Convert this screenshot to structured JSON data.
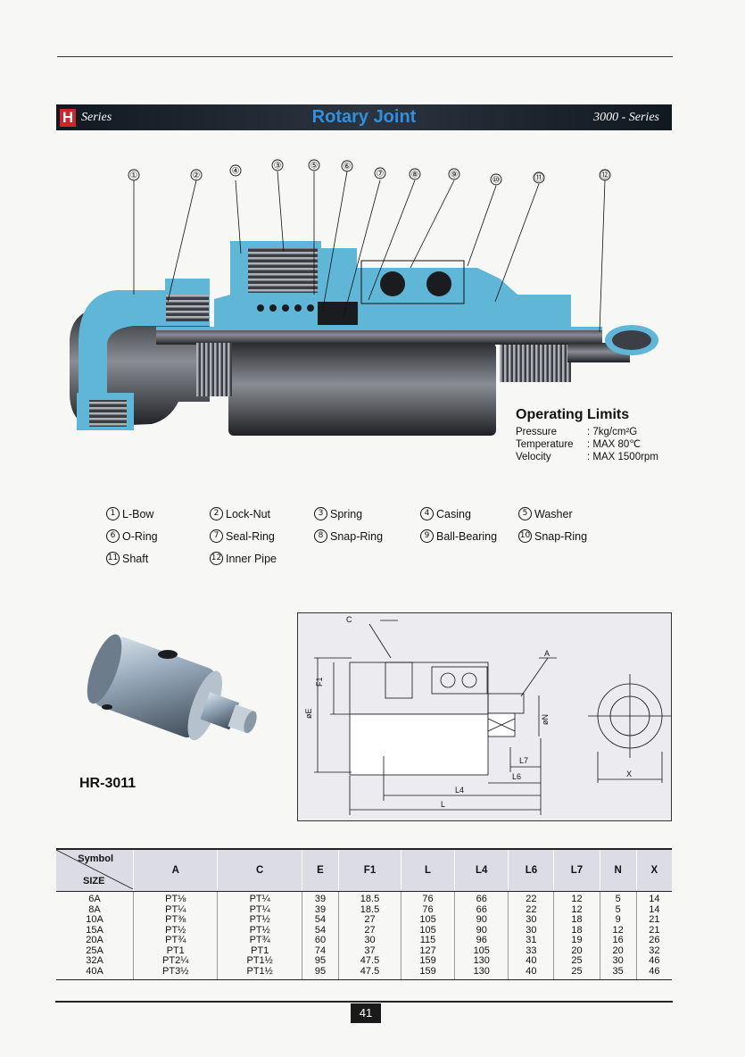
{
  "banner": {
    "series_letter": "H",
    "series_word": "Series",
    "title": "Rotary Joint",
    "series_right": "3000 - Series"
  },
  "callouts": [
    "①",
    "②",
    "④",
    "③",
    "⑤",
    "⑥",
    "⑦",
    "⑧",
    "⑨",
    "⑩",
    "⑪",
    "⑫"
  ],
  "operating_limits": {
    "heading": "Operating Limits",
    "rows": [
      {
        "label": "Pressure",
        "value": ": 7kg/cm²G"
      },
      {
        "label": "Temperature",
        "value": ": MAX 80℃"
      },
      {
        "label": "Velocity",
        "value": ": MAX 1500rpm"
      }
    ]
  },
  "parts": [
    {
      "num": "1",
      "name": "L-Bow"
    },
    {
      "num": "2",
      "name": "Lock-Nut"
    },
    {
      "num": "3",
      "name": "Spring"
    },
    {
      "num": "4",
      "name": "Casing"
    },
    {
      "num": "5",
      "name": "Washer"
    },
    {
      "num": "6",
      "name": "O-Ring"
    },
    {
      "num": "7",
      "name": "Seal-Ring"
    },
    {
      "num": "8",
      "name": "Snap-Ring"
    },
    {
      "num": "9",
      "name": "Ball-Bearing"
    },
    {
      "num": "10",
      "name": "Snap-Ring"
    },
    {
      "num": "11",
      "name": "Shaft"
    },
    {
      "num": "12",
      "name": "Inner Pipe"
    }
  ],
  "product_model": "HR-3011",
  "dimension_labels": {
    "C": "C",
    "A": "A",
    "F1": "F1",
    "E": "øE",
    "N": "øN",
    "L7": "L7",
    "L6": "L6",
    "L4": "L4",
    "L": "L",
    "X": "X"
  },
  "table": {
    "symbol_label": "Symbol",
    "size_label": "SIZE",
    "columns": [
      "A",
      "C",
      "E",
      "F1",
      "L",
      "L4",
      "L6",
      "L7",
      "N",
      "X"
    ],
    "rows": [
      [
        "6A",
        "PT⅛",
        "PT¼",
        "39",
        "18.5",
        "76",
        "66",
        "22",
        "12",
        "5",
        "14"
      ],
      [
        "8A",
        "PT¼",
        "PT¼",
        "39",
        "18.5",
        "76",
        "66",
        "22",
        "12",
        "5",
        "14"
      ],
      [
        "10A",
        "PT⅜",
        "PT½",
        "54",
        "27",
        "105",
        "90",
        "30",
        "18",
        "9",
        "21"
      ],
      [
        "15A",
        "PT½",
        "PT½",
        "54",
        "27",
        "105",
        "90",
        "30",
        "18",
        "12",
        "21"
      ],
      [
        "20A",
        "PT¾",
        "PT¾",
        "60",
        "30",
        "115",
        "96",
        "31",
        "19",
        "16",
        "26"
      ],
      [
        "25A",
        "PT1",
        "PT1",
        "74",
        "37",
        "127",
        "105",
        "33",
        "20",
        "20",
        "32"
      ],
      [
        "32A",
        "PT2¼",
        "PT1½",
        "95",
        "47.5",
        "159",
        "130",
        "40",
        "25",
        "30",
        "46"
      ],
      [
        "40A",
        "PT3½",
        "PT1½",
        "95",
        "47.5",
        "159",
        "130",
        "40",
        "25",
        "35",
        "46"
      ]
    ]
  },
  "page_number": "41",
  "colors": {
    "banner": "#1b222c",
    "title": "#2f8fe0",
    "cutaway": "#5fb6d6",
    "metal": "#4a4d52",
    "red": "#d1242a"
  }
}
